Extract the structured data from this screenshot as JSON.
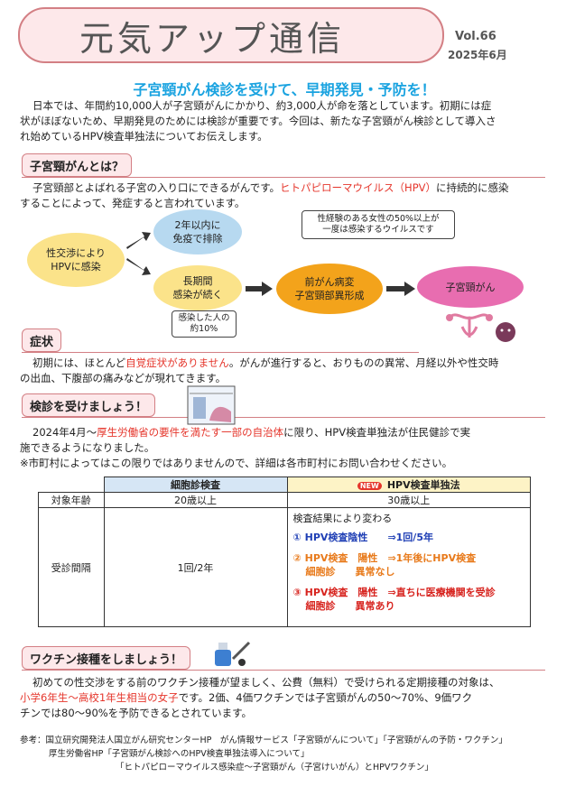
{
  "header": {
    "title": "元気アップ通信",
    "volume": "Vol.66",
    "date": "2025年6月"
  },
  "headline": "子宮頸がん検診を受けて、早期発見・予防を！",
  "intro": {
    "line1": "日本では、年間約10,000人が子宮頸がんにかかり、約3,000人が命を落としています。初期には症",
    "line2": "状がほぼないため、早期発見のためには検診が重要です。今回は、新たな子宮頸がん検診として導入さ",
    "line3": "れ始めているHPV検査単独法についてお伝えします。"
  },
  "sections": {
    "about": {
      "title": "子宮頸がんとは？",
      "line1_a": "子宮頸部とよばれる子宮の入り口にできるがんです。",
      "line1_red": "ヒトパピローマウイルス（HPV）",
      "line1_b": "に持続的に感染",
      "line2": "することによって、発症すると言われています。"
    },
    "symptoms": {
      "title": "症状",
      "line1_a": "初期には、ほとんど",
      "line1_red": "自覚症状がありません",
      "line1_b": "。がんが進行すると、おりものの異常、月経以外や性交時",
      "line2": "の出血、下腹部の痛みなどが現れてきます。"
    },
    "screening": {
      "title": "検診を受けましょう！",
      "line1_a": "2024年4月～",
      "line1_red": "厚生労働省の要件を満たす一部の自治体",
      "line1_b": "に限り、HPV検査単独法が住民健診で実",
      "line2": "施できるようになりました。",
      "note": "※市町村によってはこの限りではありませんので、詳細は各市町村にお問い合わせください。"
    },
    "vaccine": {
      "title": "ワクチン接種をしましょう！",
      "line1": "初めての性交渉をする前のワクチン接種が望ましく、公費（無料）で受けられる定期接種の対象は、",
      "line2_red": "小学6年生～高校1年生相当の女子",
      "line2_b": "です。2価、4価ワクチンでは子宮頸がんの50～70%、9価ワク",
      "line3": "チンでは80～90%を予防できるとされています。"
    }
  },
  "diagram": {
    "start": "性交渉により\nHPVに感染",
    "clear": "2年以内に\n免疫で排除",
    "persist": "長期間\n感染が続く",
    "persist_note": "感染した人の\n約10%",
    "lesion": "前がん病変\n子宮頸部異形成",
    "cancer": "子宮頸がん",
    "hpv_note": "性経験のある女性の50%以上が\n一度は感染するウイルスです"
  },
  "table": {
    "col1": "細胞診検査",
    "col2_badge": "NEW",
    "col2": "HPV検査単独法",
    "row_age_label": "対象年齢",
    "age1": "20歳以上",
    "age2": "30歳以上",
    "row_interval_label": "受診間隔",
    "interval1": "1回/2年",
    "result_intro": "検査結果により変わる",
    "r1_a": "① HPV検査陰性",
    "r1_b": "⇒1回/5年",
    "r2_a": "② HPV検査　陽性",
    "r2_b": "⇒1年後にHPV検査",
    "r2_c": "細胞診　　異常なし",
    "r3_a": "③ HPV検査　陽性",
    "r3_b": "⇒直ちに医療機関を受診",
    "r3_c": "細胞診　　異常あり"
  },
  "references": {
    "line1": "参考：国立研究開発法人国立がん研究センターHP　がん情報サービス「子宮頸がんについて」「子宮頸がんの予防・ワクチン」",
    "line2": "厚生労働省HP「子宮頸がん検診へのHPV検査単独法導入について」",
    "line3": "「ヒトパピローマウイルス感染症～子宮頸がん（子宮けいがん）とHPVワクチン」"
  },
  "colors": {
    "accent_pink": "#d37f84",
    "headline_blue": "#1aa3e0",
    "yellow": "#fbe38a",
    "orange": "#f3a31b",
    "red": "#e5352b"
  }
}
